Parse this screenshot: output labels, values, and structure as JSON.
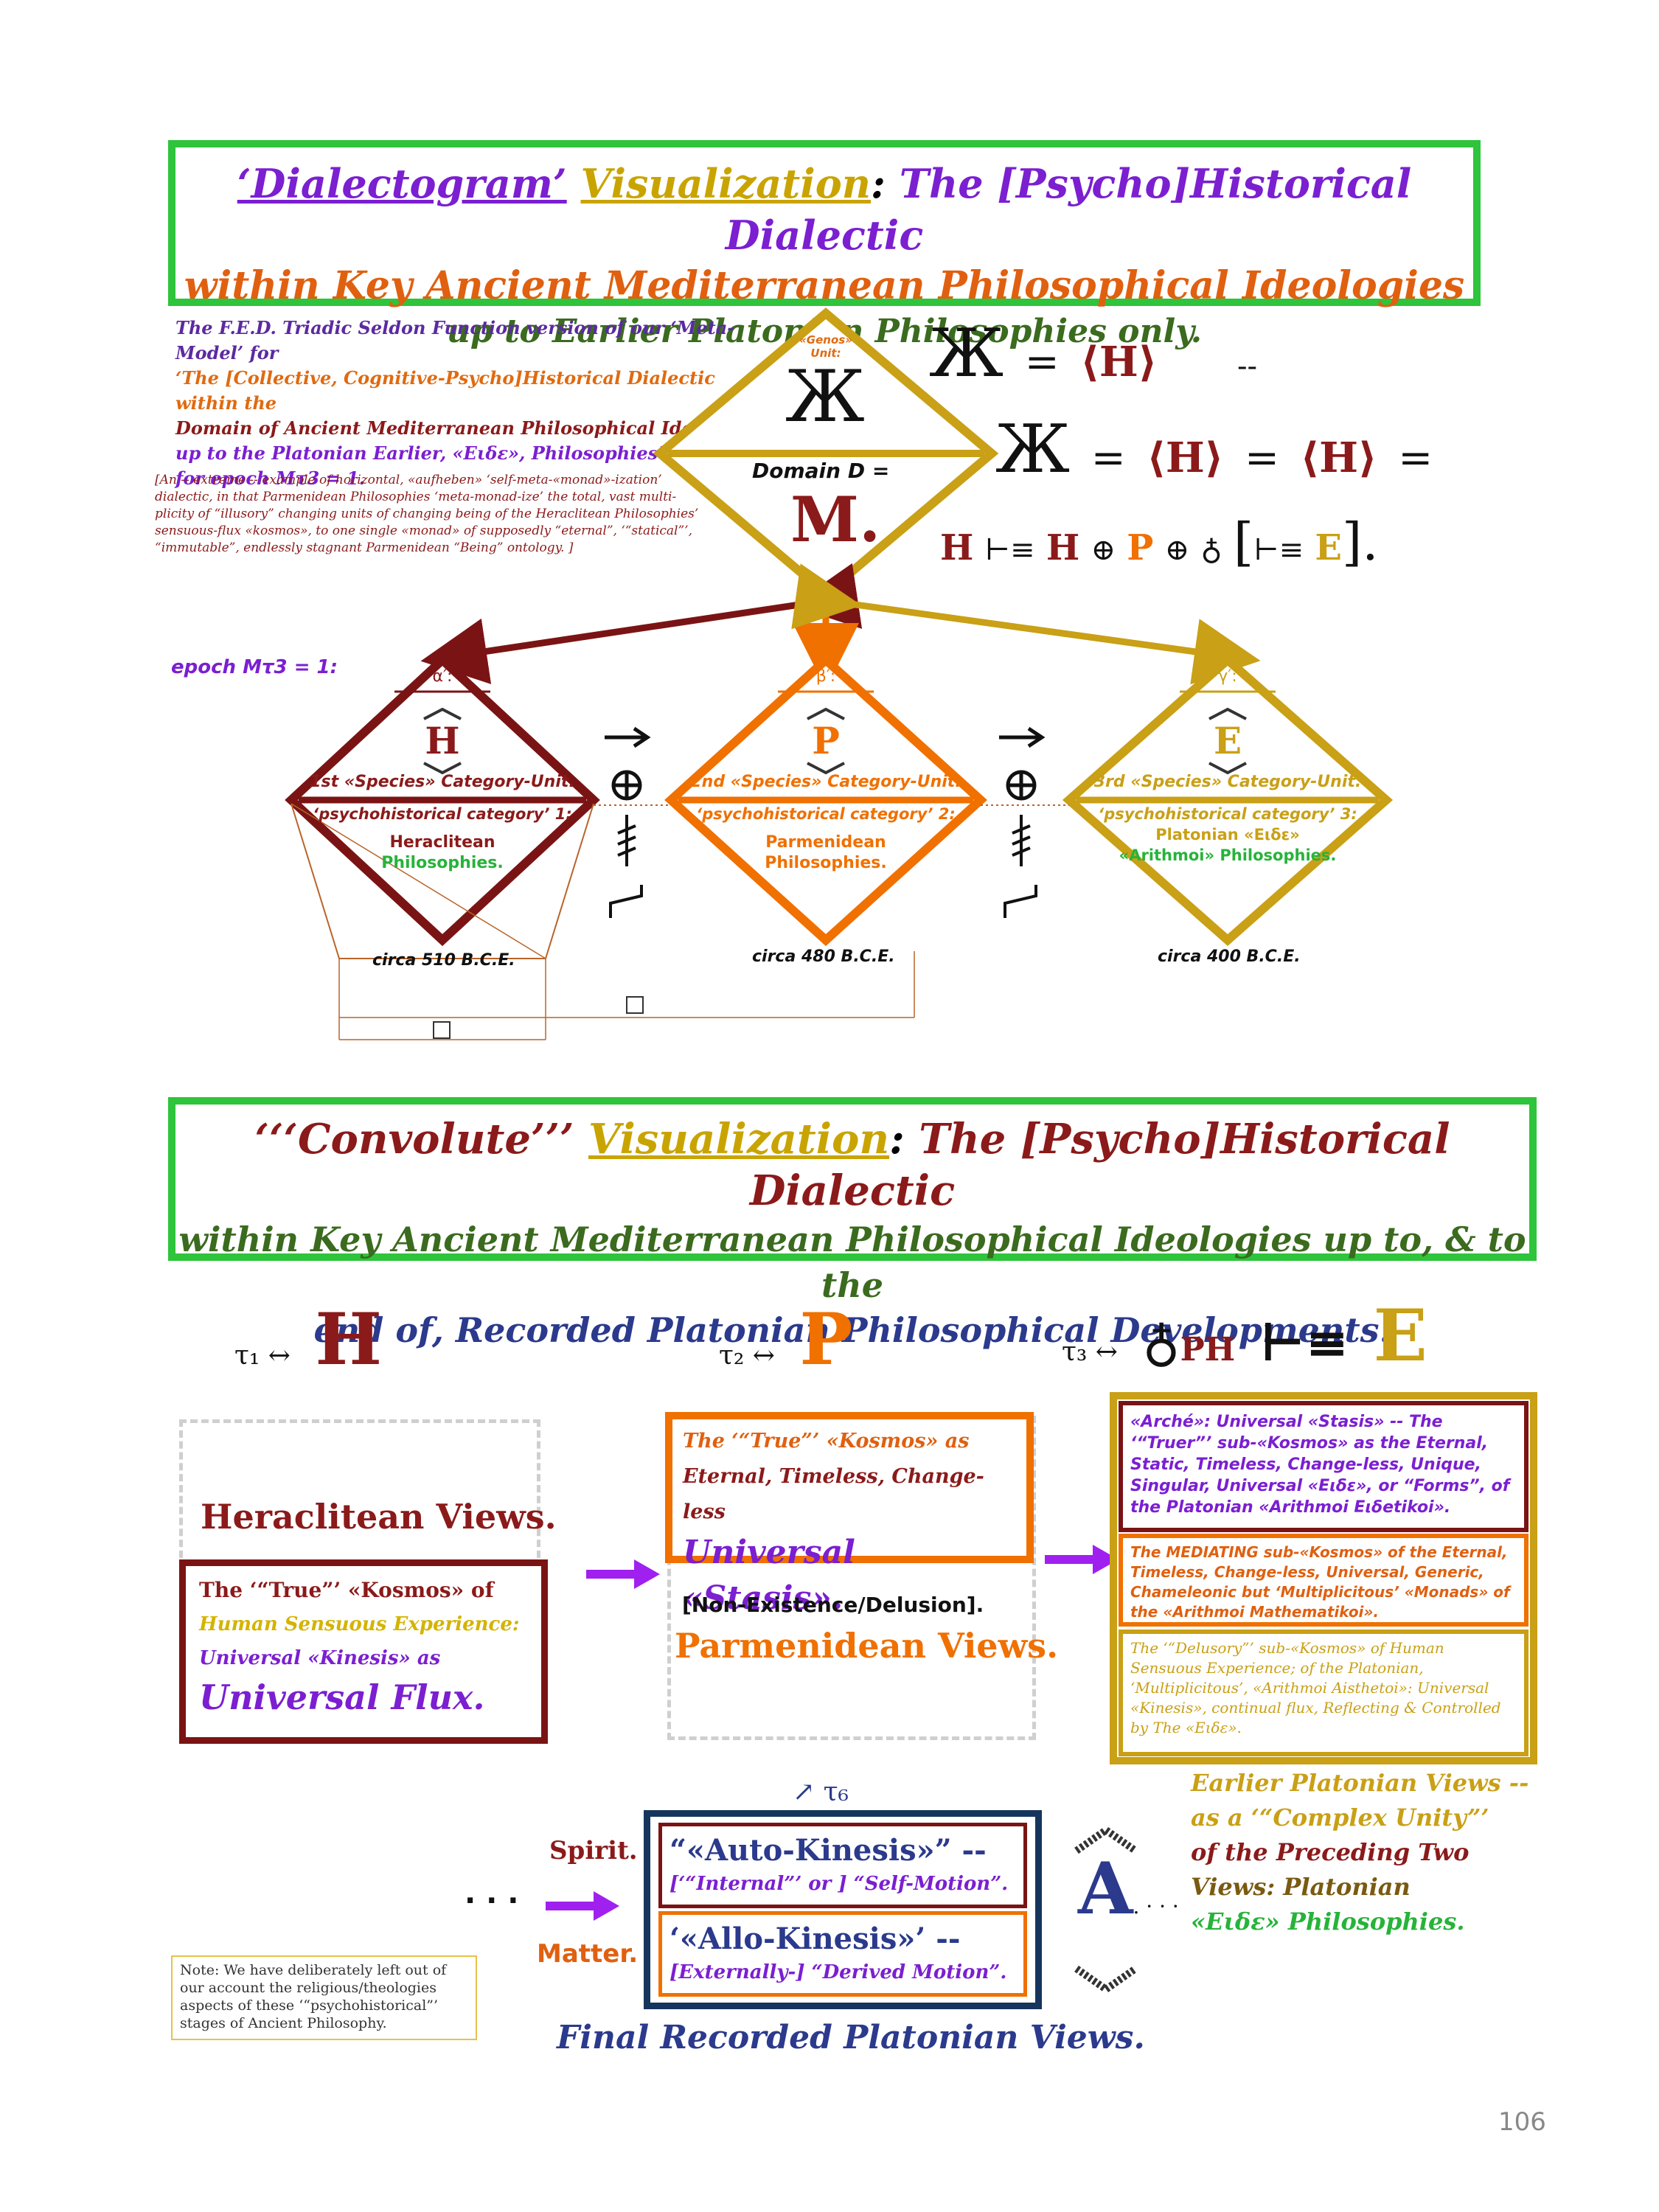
{
  "top_title": {
    "line1_a": "‘Dialectogram’",
    "line1_b": "Visualization",
    "line1_c": ":",
    "line1_d": "The [Psycho]Historical Dialectic",
    "line2": "within Key Ancient Mediterranean Philosophical Ideologies",
    "line3": "up to Earlier Platonian Philosophies only."
  },
  "intro": {
    "line1": "The F.E.D. Triadic Seldon Function version of our ‘Meta-Model’ for",
    "line2": "‘The [Collective, Cognitive-Psycho]Historical Dialectic within the",
    "line3": "Domain of Ancient Mediterranean Philosophical Ideologies",
    "line4": "up to the Platonian Earlier, «Ειδε», Philosophies’,",
    "line5": "for epoch Mτ3 = 1."
  },
  "note_bracket": {
    "text": "[An -- extreme -- example of horizontal, «aufheben» ‘self-meta-«monad»-ization’ dialectic, in that Parmenidean Philosophies ‘meta-monad-ize’ the total, vast multi-plicity of “illusory” changing units of changing being of the Heraclitean Philosophies’ sensuous-flux «kosmos», to one single «monad» of supposedly “eternal”, ‘“statical”’, “immutable”, endlessly stagnant Parmenidean “Being” ontology. ]"
  },
  "top_diamond": {
    "genos": "«Genos» Unit:",
    "symbol": "Ж",
    "domain_label": "Domain D =",
    "domain_value": "M."
  },
  "equations": {
    "eq1_tail": "--",
    "eq4_left": "H",
    "eq4_mid": "P",
    "eq4_right": "E"
  },
  "species": [
    {
      "greek": "α′:",
      "letter": "H",
      "unit": "1st «Species» Category-Unit.",
      "category": "‘psychohistorical category’ 1:",
      "name1": "Heraclitean",
      "name2": "Philosophies.",
      "date": "circa 510 B.C.E."
    },
    {
      "greek": "β′:",
      "letter": "P",
      "unit": "2nd «Species» Category-Unit.",
      "category": "‘psychohistorical category’ 2:",
      "name1": "Parmenidean",
      "name2": "Philosophies.",
      "date": "circa 480 B.C.E."
    },
    {
      "greek": "γ′:",
      "letter": "E",
      "unit": "3rd «Species» Category-Unit.",
      "category": "‘psychohistorical category’ 3:",
      "name1": "Platonian «Ειδε»",
      "name2": "«Arithmoi» Philosophies.",
      "date": "circa 400 B.C.E."
    }
  ],
  "epoch_label": "epoch Mτ3 = 1:",
  "bottom_title": {
    "line1_a": "‘‘‘Convolute’’’",
    "line1_b": "Visualization",
    "line1_c": ":",
    "line1_d": "The [Psycho]Historical Dialectic",
    "line2": "within Key Ancient Mediterranean Philosophical Ideologies up to, & to the",
    "line3": "end of, Recorded Platonian Philosophical Developments."
  },
  "heraclitean": {
    "heading": "Heraclitean Views.",
    "l1": "The ‘“True”’ «Kosmos» of",
    "l2": "Human Sensuous Experience:",
    "l3": "Universal «Kinesis» as",
    "l4": "Universal Flux."
  },
  "parmenidean": {
    "l1": "The ‘“True”’ «Kosmos» as",
    "l2": "Eternal, Timeless, Change-less",
    "l3": "Universal «Stasis».",
    "nonexist": "[Non-Existence/Delusion].",
    "heading": "Parmenidean Views."
  },
  "platonian": {
    "box1": "«Arché»: Universal «Stasis» -- The ‘“Truer”’ sub-«Kosmos» as the Eternal, Static, Timeless, Change-less, Unique, Singular, Universal «Ειδε», or “Forms”, of the Platonian «Arithmoi Ειδetikoi».",
    "box2": "The MEDIATING sub-«Kosmos» of the Eternal, Timeless, Change-less, Universal, Generic, Chameleonic but ‘Multiplicitous’ «Monads» of the «Arithmoi Mathematikoi».",
    "box3": "The ‘“Delusory”’ sub-«Kosmos» of Human Sensuous Experience; of the Platonian, ‘Multiplicitous’, «Arithmoi Aisthetoi»: Universal «Kinesis», continual flux, Reflecting & Controlled by The «Ειδε».",
    "earlier1": "Earlier Platonian Views --",
    "earlier2": "as a ‘“Complex Unity”’",
    "earlier3": "of the Preceding Two",
    "earlier4": "Views: Platonian",
    "earlier5": "«Ειδε» Philosophies."
  },
  "final": {
    "spirit": "Spirit.",
    "matter": "Matter.",
    "dots": "· · ·",
    "auto": "“«Auto-Kinesis»” --",
    "auto_sub": "[‘“Internal”’ or ] “Self-Motion”.",
    "allo": "‘«Allo-Kinesis»’ --",
    "allo_sub": "[Externally-] “Derived Motion”.",
    "letter": "A",
    "caption": "Final Recorded Platonian Views."
  },
  "footnote": {
    "text": "Note: We have deliberately left out of our account the religious/theologies aspects of these ‘“psychohistorical”’ stages of Ancient Philosophy."
  },
  "page_number": "106",
  "colors": {
    "green": "#2ec43b",
    "maroon": "#7a1414",
    "orange": "#f07000",
    "gold": "#c9a016",
    "purple": "#8b1fe0",
    "navy": "#16355c"
  }
}
